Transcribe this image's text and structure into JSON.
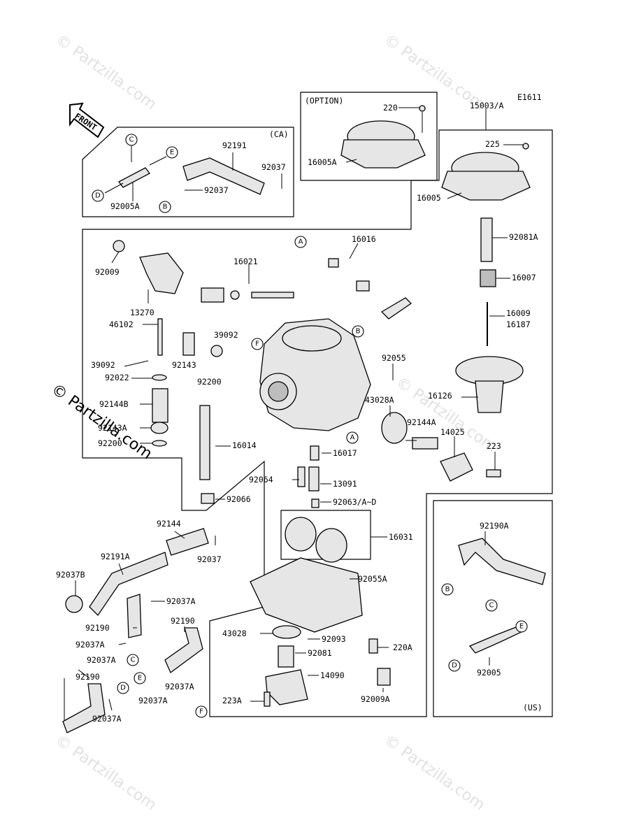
{
  "diagram_code": "E1611",
  "watermark": "© Partzilla.com",
  "front_label": "FRONT",
  "box_labels": {
    "option": "(OPTION)",
    "ca": "(CA)",
    "us": "(US)"
  },
  "callouts": [
    "A",
    "B",
    "C",
    "D",
    "E",
    "F"
  ],
  "parts": [
    "220",
    "15003/A",
    "225",
    "16005A",
    "16005",
    "92191",
    "92037",
    "92005A",
    "92081A",
    "16007",
    "16009",
    "16187",
    "16126",
    "16016",
    "16021",
    "92009",
    "13270",
    "46102",
    "39092",
    "92143",
    "92200",
    "92022",
    "92144B",
    "92143A",
    "92200",
    "16014",
    "92066",
    "92055",
    "43028A",
    "92144A",
    "14025",
    "223",
    "16017",
    "92064",
    "13091",
    "92063/A~D",
    "16031",
    "92055A",
    "92144",
    "92191A",
    "92037B",
    "92037A",
    "92190",
    "43028",
    "92093",
    "92081",
    "14090",
    "223A",
    "92009A",
    "220A",
    "92190A",
    "92005"
  ]
}
